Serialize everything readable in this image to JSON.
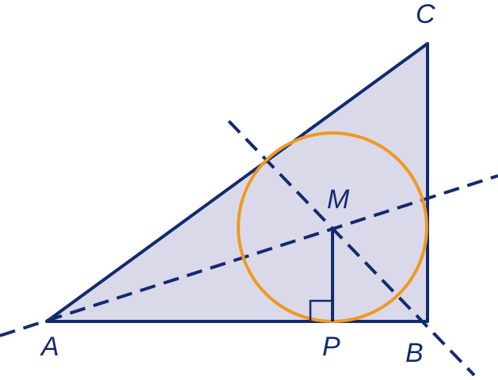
{
  "diagram": {
    "points": {
      "A": "A",
      "B": "B",
      "C": "C",
      "M": "M",
      "P": "P"
    },
    "colors": {
      "stroke": "#142a6e",
      "triangle_fill": "#d9d9ea",
      "circle": "#ee9a1f"
    }
  }
}
